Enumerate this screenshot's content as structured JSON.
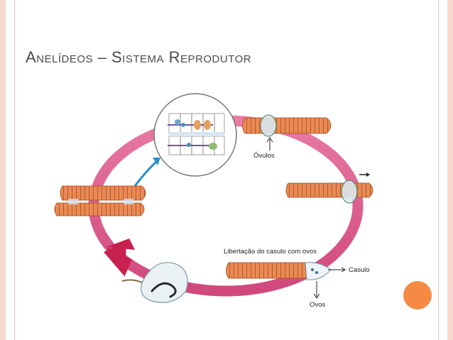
{
  "slide": {
    "title": "Anelídeos – Sistema Reprodutor"
  },
  "diagram": {
    "labels": {
      "ovulos": "Óvulos",
      "libertacao": "Libertação do casulo com ovos",
      "casulo": "Casulo",
      "ovos": "Ovos"
    }
  },
  "colors": {
    "cycle_ring": "#e0739b",
    "cycle_arrow": "#c8204f",
    "worm_body": "#e98a55",
    "accent": "#f58a45",
    "side_border": "#f7d9cf"
  },
  "icons": [
    "cycle-arrow-icon",
    "up-arrow-icon",
    "down-arrow-icon",
    "right-arrow-icon"
  ]
}
